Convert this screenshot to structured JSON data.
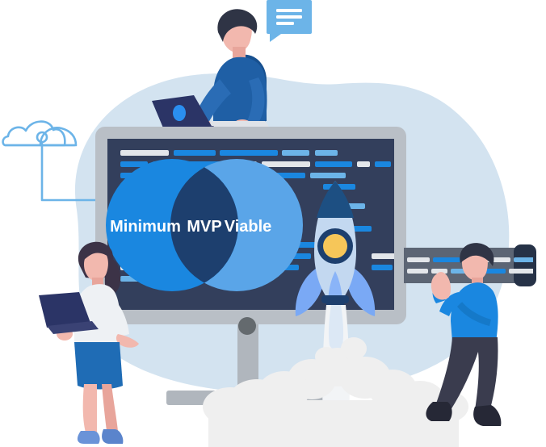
{
  "illustration": {
    "title": "MVP Minimum Viable Product team illustration",
    "background_blob_color": "#d3e3f0",
    "blob_secondary_color": "#c9ddee"
  },
  "venn": {
    "left": {
      "label": "Minimum",
      "color": "#1a87e0"
    },
    "right": {
      "label": "Viable",
      "color": "#5aa5e8"
    },
    "intersection": {
      "label": "MVP",
      "color": "#1d3f6e"
    }
  },
  "monitor": {
    "bezel_color": "#b9bfc6",
    "screen_color": "#333f5c",
    "stand_color": "#b0b6bd",
    "power_button_color": "#646a6e",
    "code_line_colors": {
      "white": "#e3e6ea",
      "blue": "#1a87e0",
      "light_blue": "#6cb4e8"
    }
  },
  "rocket": {
    "nose_color": "#1d4f82",
    "body_color": "#c3d8f0",
    "fin_color": "#7aa9f5",
    "window_color": "#f6c659",
    "window_ring_color": "#1d3f6e",
    "flame_color": "#8ab4f8",
    "exhaust_color": "#f2f4f6",
    "smoke_color": "#efefef"
  },
  "floating_code_bar": {
    "panel_color": "#5c6574",
    "end_cap_color": "#263247",
    "line_white": "#e3e6ea",
    "line_blue": "#1a87e0",
    "line_light_blue": "#6cb4e8"
  },
  "speech_bubble": {
    "color": "#6cb4e8",
    "line_color": "#ffffff",
    "line_count": 3
  },
  "cloud_icon": {
    "stroke_color": "#6cb4e8",
    "name": "cloud-network-icon"
  },
  "people": [
    {
      "id": "seated-developer",
      "position": "top-center",
      "hair_color": "#2f3445",
      "shirt_color": "#1f5fa5",
      "shirt_shadow": "#17508f",
      "pants_color": "#dfe3e8",
      "skin_color": "#f2b8ae",
      "laptop_color": "#2b3466",
      "laptop_logo_color": "#2a8ff0"
    },
    {
      "id": "standing-woman",
      "position": "bottom-left",
      "hair_color": "#3c3347",
      "top_color": "#eef1f4",
      "skirt_color": "#1f6cb5",
      "skin_color": "#f2b8ae",
      "shoe_color": "#6a93d8",
      "laptop_color": "#2b3466"
    },
    {
      "id": "walking-man",
      "position": "bottom-right",
      "hair_color": "#2f3445",
      "shirt_color": "#1a87e0",
      "pants_color": "#3a3c4e",
      "shoe_color": "#262836",
      "skin_color": "#f2b8ae"
    }
  ]
}
